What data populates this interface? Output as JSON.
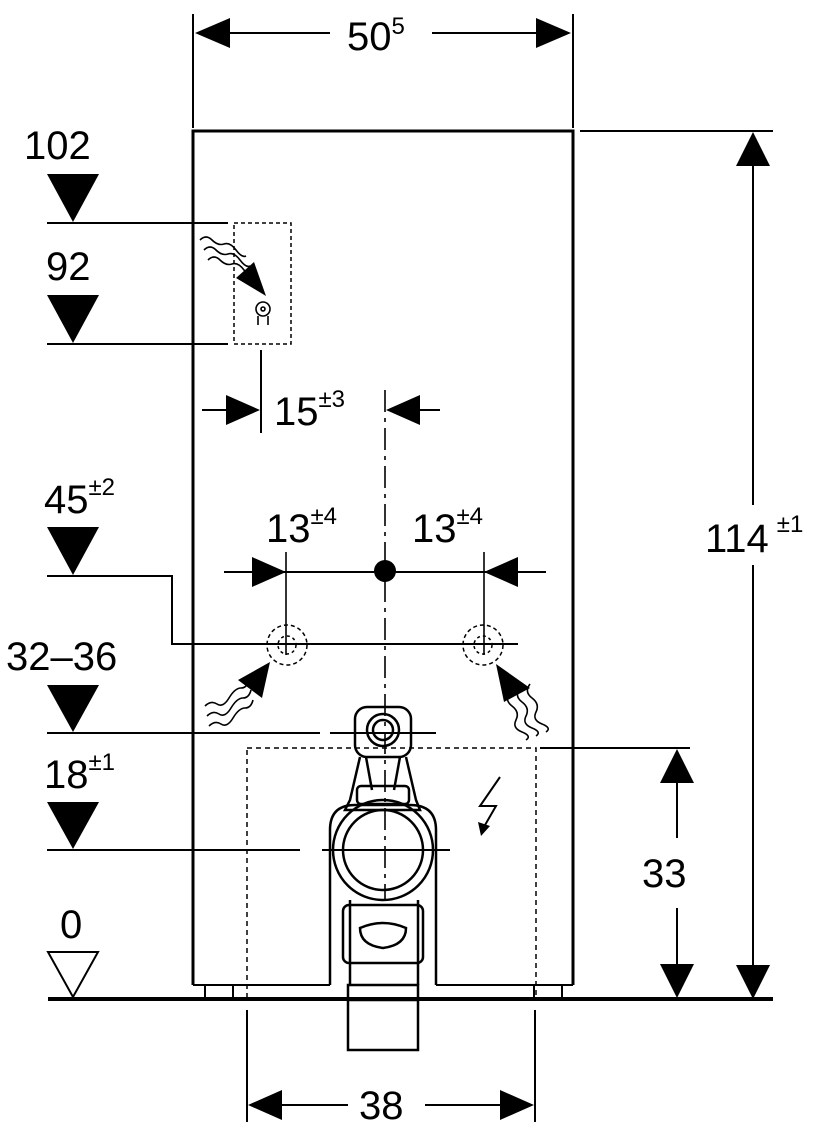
{
  "dimensions": {
    "width_value": "50",
    "width_sup": "5",
    "height_value": "114",
    "height_tol": "±1",
    "offset_value": "15",
    "offset_tol": "±3",
    "left_spacing_value": "13",
    "left_spacing_tol": "±4",
    "right_spacing_value": "13",
    "right_spacing_tol": "±4",
    "drain_height": "33",
    "bottom_width": "38"
  },
  "levels": {
    "level_102": "102",
    "level_92": "92",
    "level_45_value": "45",
    "level_45_tol": "±2",
    "level_32_36": "32–36",
    "level_18_value": "18",
    "level_18_tol": "±1",
    "level_0": "0"
  },
  "colors": {
    "line": "#000000",
    "background": "#ffffff"
  }
}
